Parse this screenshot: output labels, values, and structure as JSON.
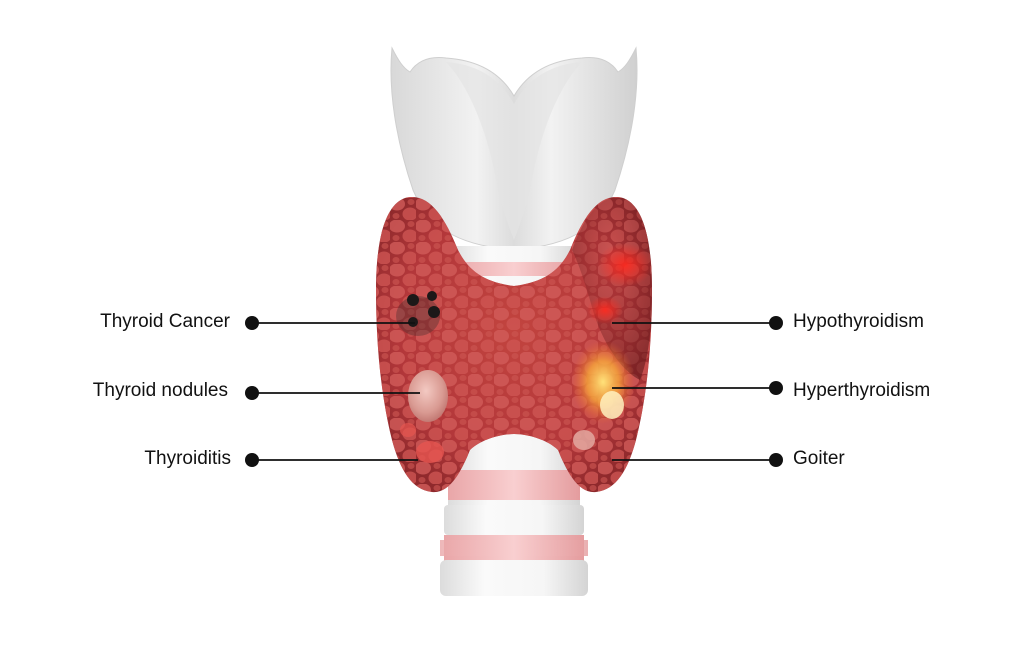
{
  "labels": {
    "thyroid_cancer": "Thyroid Cancer",
    "thyroid_nodules": "Thyroid nodules",
    "thyroiditis": "Thyroiditis",
    "hypothyroidism": "Hypothyroidism",
    "hyperthyroidism": "Hyperthyroidism",
    "goiter": "Goiter"
  },
  "colors": {
    "gland": "#b8383a",
    "gland_dark": "#8e2a2c",
    "gland_cell": "#d65a58",
    "cartilage": "#e9e9e9",
    "trachea_ring": "#f4b9bb",
    "leader_line": "#111111"
  }
}
